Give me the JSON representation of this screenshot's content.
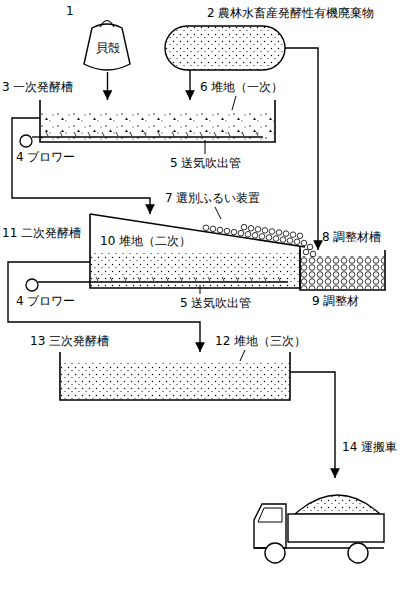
{
  "diagram": {
    "nodes": [
      {
        "text": [
          "1",
          "貝殻"
        ]
      },
      {
        "text": [
          "2 農林水畜産発酵性有機廃棄物"
        ]
      },
      {
        "text": [
          "3 一次発酵槽"
        ]
      },
      {
        "text": [
          "11 二次発酵槽"
        ]
      },
      {
        "text": [
          "8 調整材槽"
        ]
      },
      {
        "text": [
          "13 三次発酵槽"
        ]
      },
      {
        "text": [
          "14 運搬車"
        ]
      }
    ],
    "edges": [
      {
        "from": 0,
        "to": 2,
        "arrow": "to"
      },
      {
        "from": 1,
        "to": 2,
        "arrow": "to"
      },
      {
        "from": 2,
        "to": 3,
        "arrow": "to"
      },
      {
        "from": 1,
        "to": 4,
        "arrow": "to"
      },
      {
        "from": 3,
        "to": 5,
        "arrow": "to"
      },
      {
        "from": 5,
        "to": 6,
        "arrow": "to"
      }
    ],
    "labels": [
      "6 堆地（一次）",
      "4 ブロワー",
      "5 送気吹出管",
      "7 選別ふるい装置",
      "10 堆地（二次）",
      "9 調整材",
      "4 ブロワー",
      "5 送気吹出管",
      "12 堆地（三次）"
    ]
  }
}
